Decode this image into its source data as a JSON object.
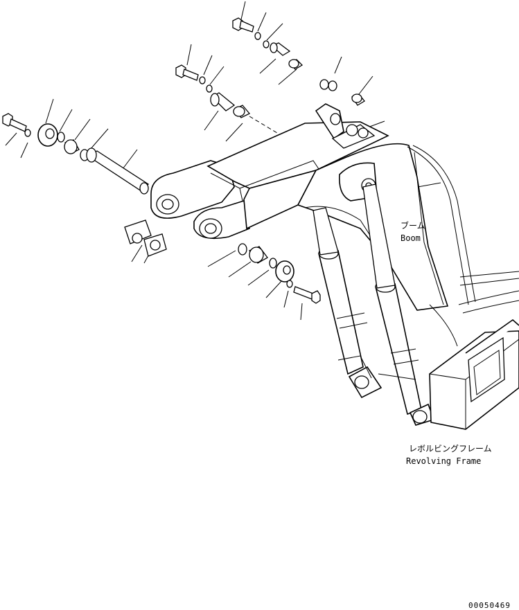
{
  "labels": {
    "boom_jp": "ブーム",
    "boom_en": "Boom",
    "frame_jp": "レボルビングフレーム",
    "frame_en": "Revolving Frame",
    "drawing_number": "00050469"
  }
}
